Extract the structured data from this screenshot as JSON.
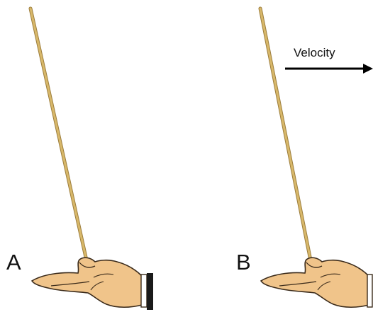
{
  "panels": [
    {
      "label": "A"
    },
    {
      "label": "B"
    }
  ],
  "arrow": {
    "label": "Velocity"
  },
  "colors": {
    "stick": "#c9a75a",
    "stick_edge": "#9c7d3c",
    "skin": "#f0c48a",
    "skin_edge": "#3a2a1a",
    "sleeve": "#1a1a1a",
    "cuff": "#ffffff"
  },
  "icons": {
    "hand": "hand-icon",
    "stick": "stick-icon",
    "arrow": "arrow-right-icon"
  }
}
